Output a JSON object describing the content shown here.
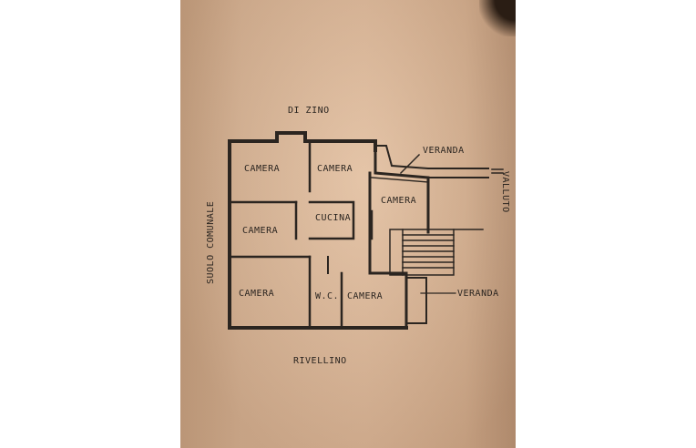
{
  "plan": {
    "north_label": "DI ZINO",
    "south_label": "RIVELLINO",
    "west_label": "SUOLO COMUNALE",
    "east_label": "VALLUTO",
    "rooms": [
      {
        "id": "camera-nw",
        "label": "CAMERA"
      },
      {
        "id": "camera-n",
        "label": "CAMERA"
      },
      {
        "id": "camera-e",
        "label": "CAMERA"
      },
      {
        "id": "cucina",
        "label": "CUCINA"
      },
      {
        "id": "camera-w",
        "label": "CAMERA"
      },
      {
        "id": "camera-sw",
        "label": "CAMERA"
      },
      {
        "id": "wc",
        "label": "W.C."
      },
      {
        "id": "camera-s",
        "label": "CAMERA"
      }
    ],
    "veranda_top": "VERANDA",
    "veranda_bottom": "VERANDA"
  },
  "colors": {
    "paper": "#d8b597",
    "ink": "#2b2520"
  }
}
